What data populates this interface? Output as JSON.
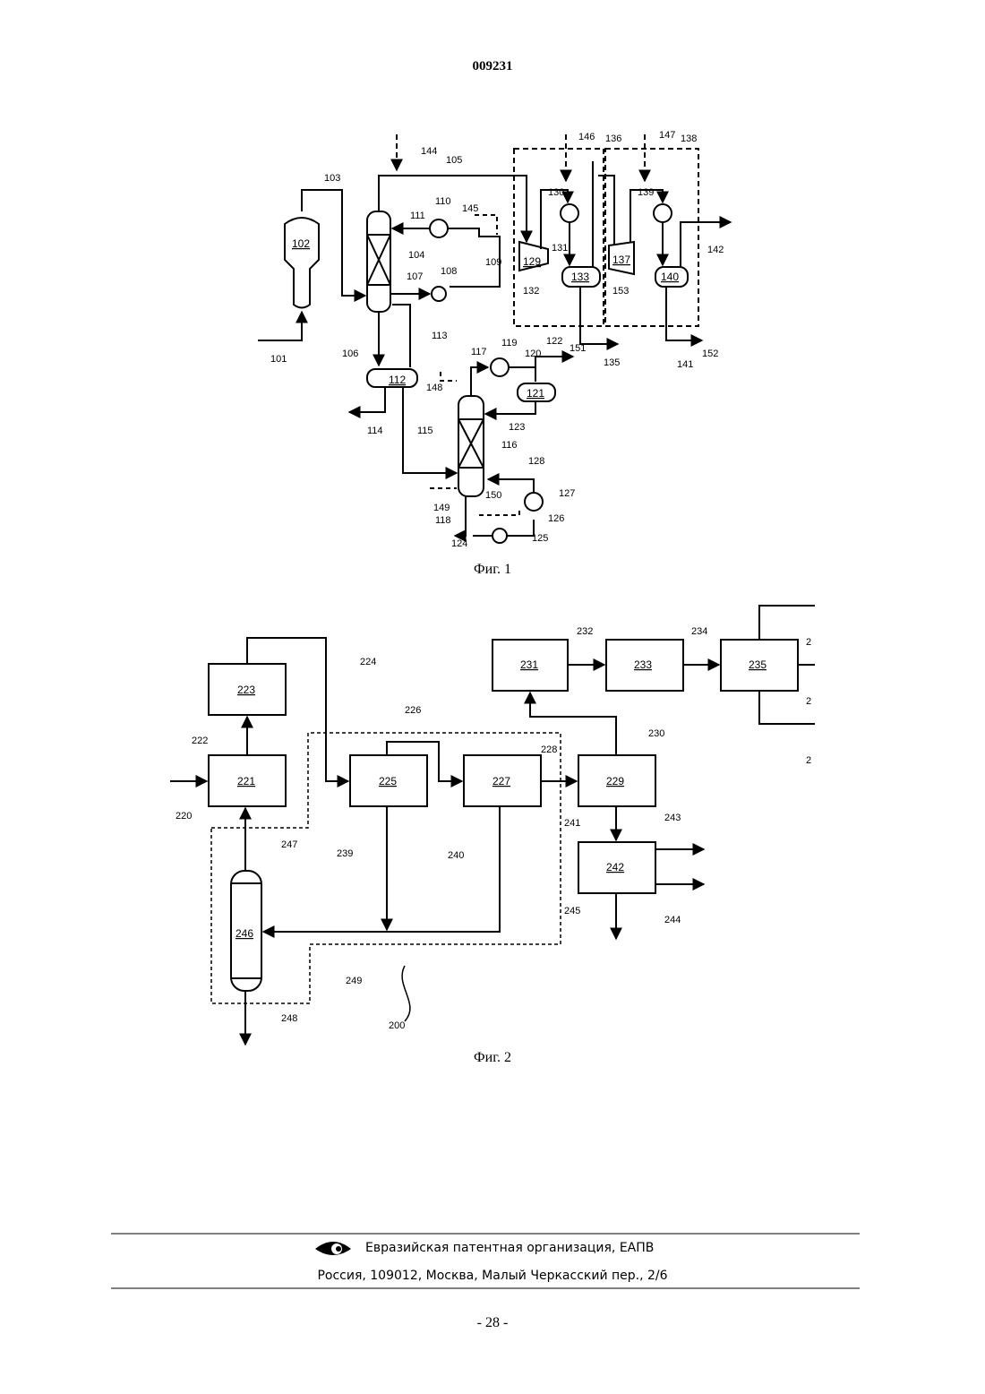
{
  "header": {
    "doc_number": "009231"
  },
  "figure1": {
    "caption": "Фиг. 1",
    "box_labels": [
      "102",
      "112",
      "121",
      "129",
      "133",
      "137",
      "140"
    ],
    "ref_labels": [
      "101",
      "103",
      "104",
      "105",
      "106",
      "107",
      "108",
      "109",
      "110",
      "111",
      "113",
      "114",
      "115",
      "116",
      "117",
      "118",
      "119",
      "120",
      "122",
      "123",
      "124",
      "125",
      "126",
      "127",
      "128",
      "130",
      "131",
      "132",
      "135",
      "136",
      "138",
      "139",
      "141",
      "142",
      "144",
      "145",
      "146",
      "147",
      "148",
      "149",
      "150",
      "151",
      "152",
      "153"
    ]
  },
  "figure2": {
    "caption": "Фиг. 2",
    "box_labels": [
      "221",
      "223",
      "225",
      "227",
      "229",
      "231",
      "233",
      "235",
      "242",
      "246"
    ],
    "ref_labels": [
      "200",
      "220",
      "222",
      "224",
      "226",
      "228",
      "230",
      "232",
      "234",
      "239",
      "240",
      "241",
      "243",
      "244",
      "245",
      "247",
      "248",
      "249",
      "2",
      "2",
      "2"
    ]
  },
  "footer": {
    "org": "Евразийская патентная организация, ЕАПВ",
    "address": "Россия, 109012, Москва, Малый Черкасский пер., 2/6",
    "page": "- 28 -"
  }
}
